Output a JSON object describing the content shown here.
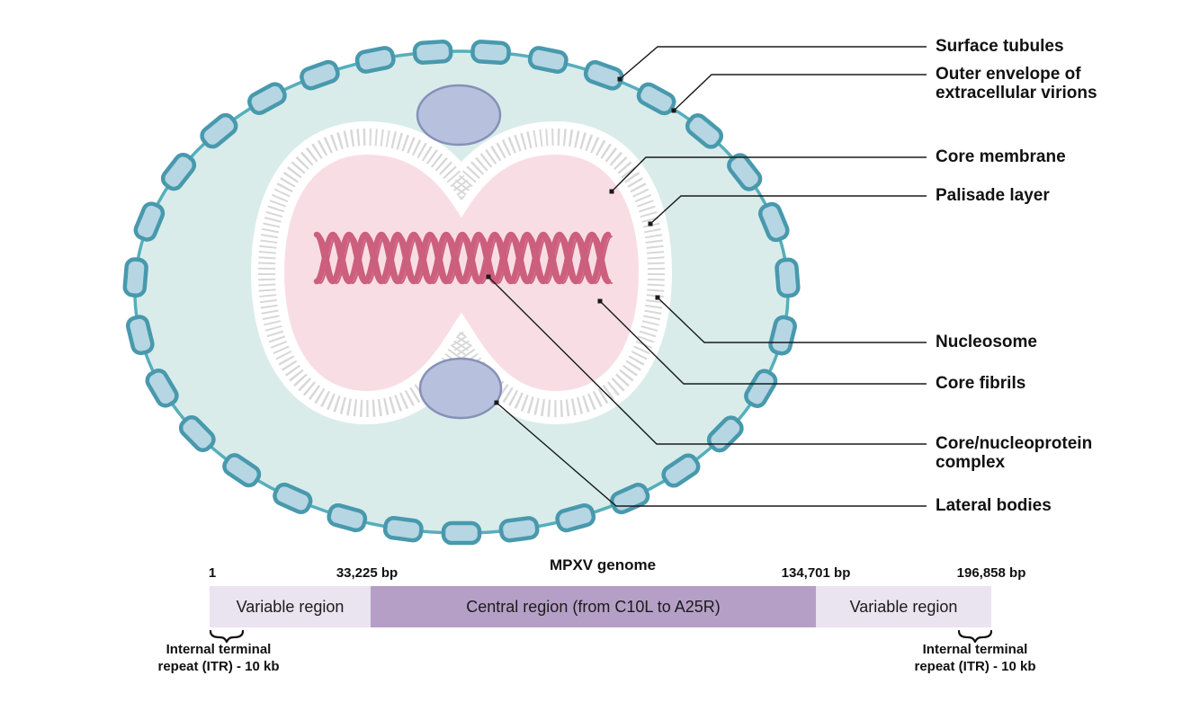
{
  "virion": {
    "labels": [
      {
        "id": "surface-tubules",
        "text": "Surface tubules"
      },
      {
        "id": "outer-envelope",
        "text": "Outer envelope of extracellular virions"
      },
      {
        "id": "core-membrane",
        "text": "Core membrane"
      },
      {
        "id": "palisade-layer",
        "text": "Palisade layer"
      },
      {
        "id": "nucleosome",
        "text": "Nucleosome"
      },
      {
        "id": "core-fibrils",
        "text": "Core fibrils"
      },
      {
        "id": "core-nucleoprotein",
        "text": "Core/nucleoprotein complex"
      },
      {
        "id": "lateral-bodies",
        "text": "Lateral bodies"
      }
    ],
    "colors": {
      "envelope_fill": "#d9ecea",
      "envelope_stroke": "#56aebc",
      "tubule_fill": "#b5d6e2",
      "tubule_stroke": "#4899ad",
      "lateral_body_fill": "#b7c1de",
      "lateral_body_stroke": "#8790b8",
      "core_fill": "#f8dee4",
      "palisade": "#d8d8d8",
      "core_membrane_white": "#ffffff",
      "dna": "#cc5f7d",
      "leader_line": "#1a1a1a"
    }
  },
  "genome": {
    "title": "MPXV genome",
    "ticks": [
      {
        "label": "1"
      },
      {
        "label": "33,225 bp"
      },
      {
        "label": "134,701 bp"
      },
      {
        "label": "196,858 bp"
      }
    ],
    "regions": [
      {
        "label": "Variable region",
        "color": "#eae3f0"
      },
      {
        "label": "Central region (from C10L to A25R)",
        "color": "#b69fc6"
      },
      {
        "label": "Variable region",
        "color": "#eae3f0"
      }
    ],
    "itr_left": {
      "line1": "Internal terminal",
      "line2": "repeat (ITR) - 10 kb"
    },
    "itr_right": {
      "line1": "Internal terminal",
      "line2": "repeat (ITR) - 10 kb"
    }
  }
}
